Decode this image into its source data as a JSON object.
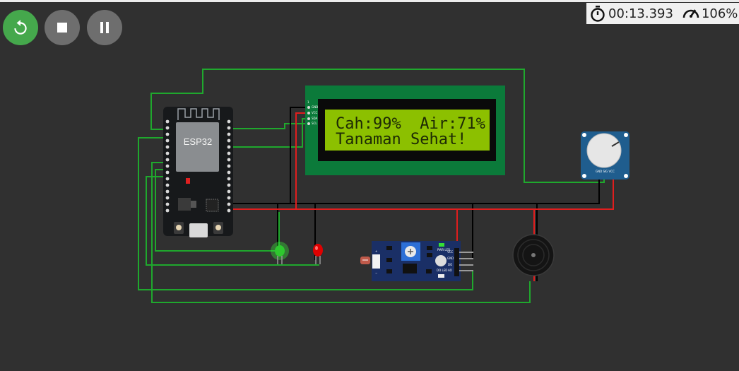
{
  "toolbar": {
    "restart_icon": "restart-icon",
    "stop_icon": "stop-icon",
    "pause_icon": "pause-icon"
  },
  "status": {
    "timer": "00:13.393",
    "speed": "106%",
    "timer_icon": "stopwatch-icon",
    "speed_icon": "speedometer-icon"
  },
  "esp32": {
    "label": "ESP32"
  },
  "lcd": {
    "line1": "Cah:99%  Air:71%",
    "line2": "Tanaman Sehat!",
    "pin_labels": [
      "1",
      "GND",
      "VCC",
      "SDA",
      "SCL"
    ],
    "backlight_color": "#8cc000"
  },
  "potentiometer": {
    "pin_labels": "GND SIG VCC"
  },
  "ldr_module": {
    "pin_labels": [
      "VCC",
      "GND",
      "DO",
      "AO"
    ],
    "led_labels": [
      "PWR LED",
      "DO LED"
    ],
    "plus": "+",
    "minus": "−"
  },
  "colors": {
    "background": "#303030",
    "wire_green": "#1fa82d",
    "wire_red": "#e01e1e",
    "wire_black": "#000000",
    "button_green": "#45a84c",
    "button_gray": "#6e6e6e"
  }
}
